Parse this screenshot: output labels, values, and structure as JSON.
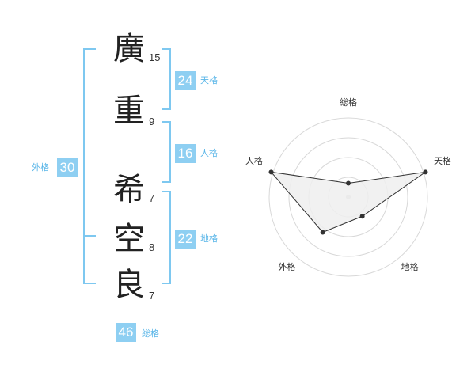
{
  "name_chars": [
    {
      "char": "廣",
      "strokes": "15"
    },
    {
      "char": "重",
      "strokes": "9"
    },
    {
      "char": "希",
      "strokes": "7"
    },
    {
      "char": "空",
      "strokes": "8"
    },
    {
      "char": "良",
      "strokes": "7"
    }
  ],
  "fortune": {
    "tenkaku": {
      "label": "天格",
      "value": "24"
    },
    "jinkaku": {
      "label": "人格",
      "value": "16"
    },
    "chikaku": {
      "label": "地格",
      "value": "22"
    },
    "gaikaku": {
      "label": "外格",
      "value": "30"
    },
    "soukaku": {
      "label": "総格",
      "value": "46"
    }
  },
  "colors": {
    "accent": "#8ecff2",
    "line": "#7ec8f0",
    "radar_fill": "#eeeeee"
  },
  "chart_data": {
    "type": "radar",
    "axes": [
      "総格",
      "天格",
      "地格",
      "外格",
      "人格"
    ],
    "levels": 4,
    "max": 4,
    "values": [
      0.7,
      4.1,
      1.2,
      2.2,
      4.1
    ]
  }
}
